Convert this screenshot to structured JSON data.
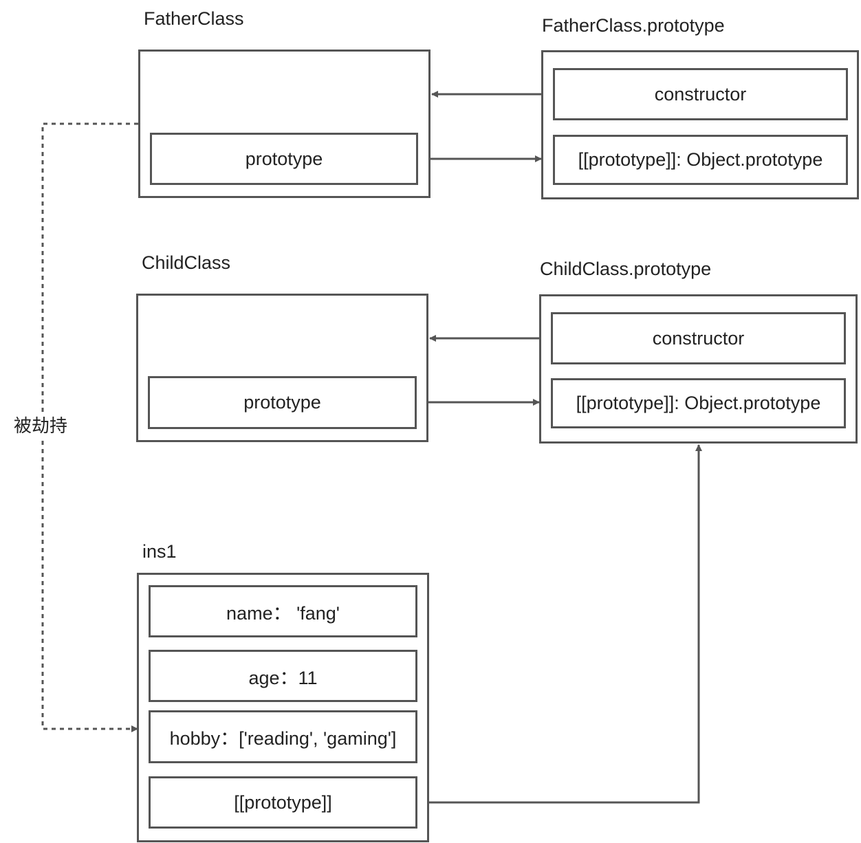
{
  "father": {
    "title": "FatherClass",
    "prototype_label": "prototype",
    "proto_title": "FatherClass.prototype",
    "constructor_label": "constructor",
    "proto_link_label": "[[prototype]]: Object.prototype"
  },
  "child": {
    "title": "ChildClass",
    "prototype_label": "prototype",
    "proto_title": "ChildClass.prototype",
    "constructor_label": "constructor",
    "proto_link_label": "[[prototype]]: Object.prototype"
  },
  "instance": {
    "title": "ins1",
    "fields": [
      "name： 'fang'",
      "age：11",
      "hobby：['reading', 'gaming']"
    ],
    "proto_label": "[[prototype]]"
  },
  "hijack_label": "被劫持",
  "colors": {
    "line": "#555555",
    "text": "#222222"
  }
}
